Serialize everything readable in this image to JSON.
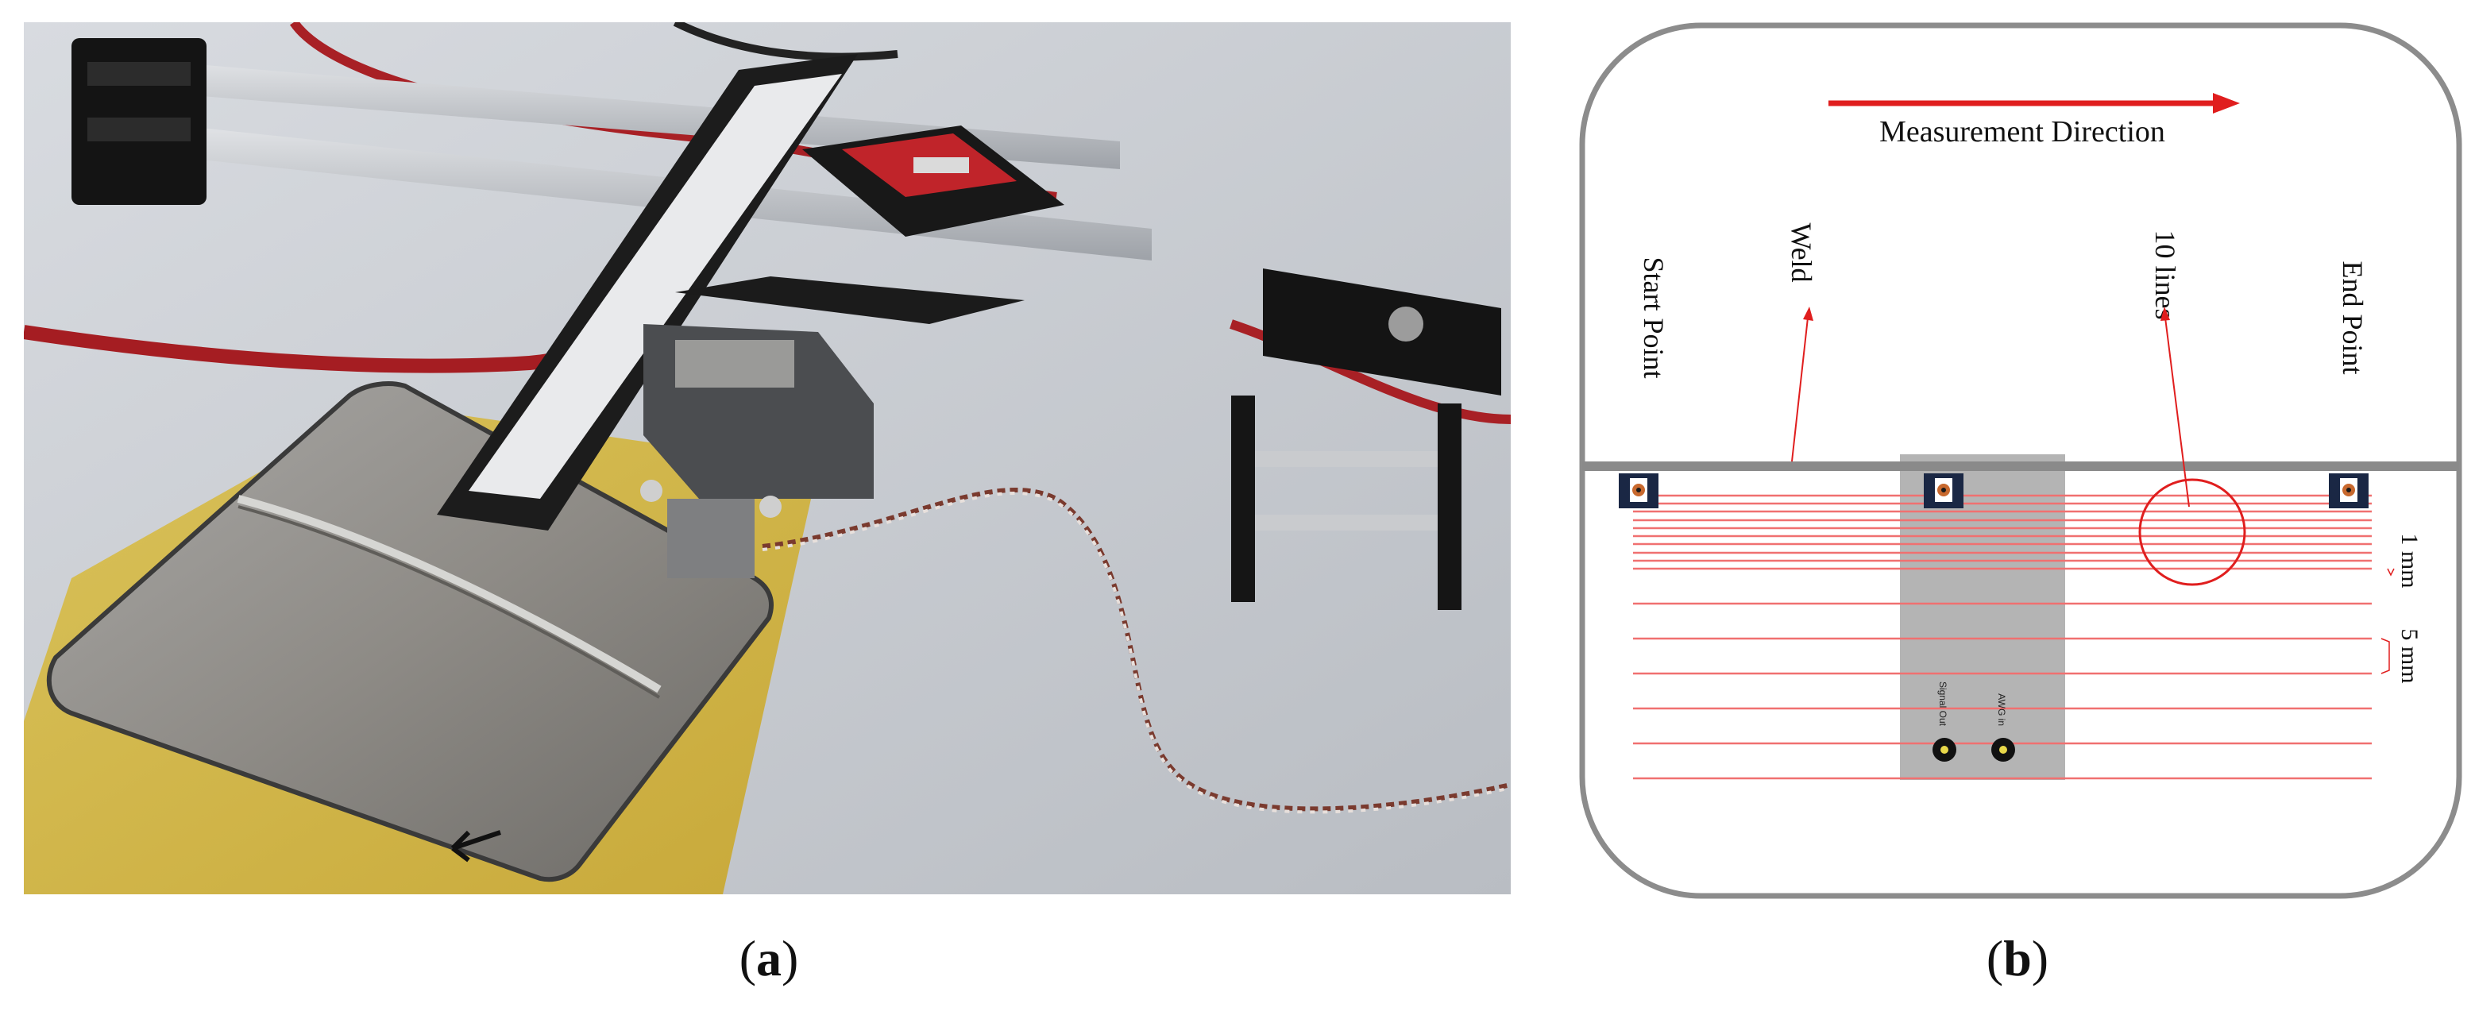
{
  "panel_a": {
    "caption_letter": "a"
  },
  "panel_b": {
    "caption_letter": "b",
    "measurement_direction": "Measurement Direction",
    "start_point": "Start Point",
    "weld": "Weld",
    "ten_lines": "10 lines",
    "end_point": "End Point",
    "one_mm": "1 mm",
    "five_mm": "5 mm",
    "signal_out": "Signal Out",
    "awg_in": "AWG in",
    "colors": {
      "arrow": "#e01e1e",
      "line": "#f07070",
      "bar": "#8a8a8a",
      "gray_board": "#b4b4b4",
      "sensor": "#1a2744"
    }
  }
}
